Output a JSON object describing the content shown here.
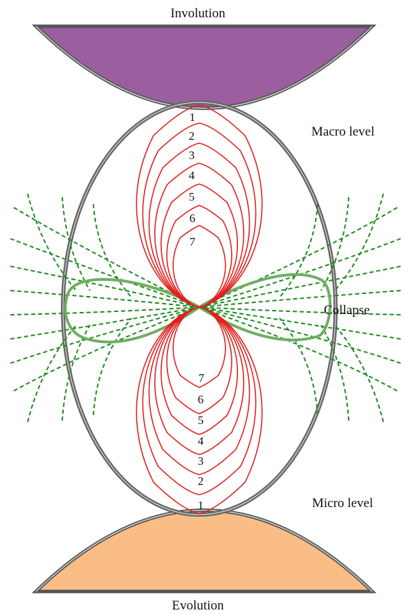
{
  "labels": {
    "top": "Involution",
    "upper_right": "Macro level",
    "middle_right": "Collapse",
    "lower_right": "Micro level",
    "bottom": "Evolution"
  },
  "loop_numbers_upper": [
    "1",
    "2",
    "3",
    "4",
    "5",
    "6",
    "7"
  ],
  "loop_numbers_lower": [
    "7",
    "6",
    "5",
    "4",
    "3",
    "2",
    "1"
  ],
  "colors": {
    "involution_fill": "#9b5fa0",
    "evolution_fill": "#f9bd85",
    "ring": "#6b6b6b",
    "field_loops": "#e0211f",
    "dashed_field": "#1f8a1f",
    "collapse_loop": "#6fae62",
    "text": "#111111"
  }
}
